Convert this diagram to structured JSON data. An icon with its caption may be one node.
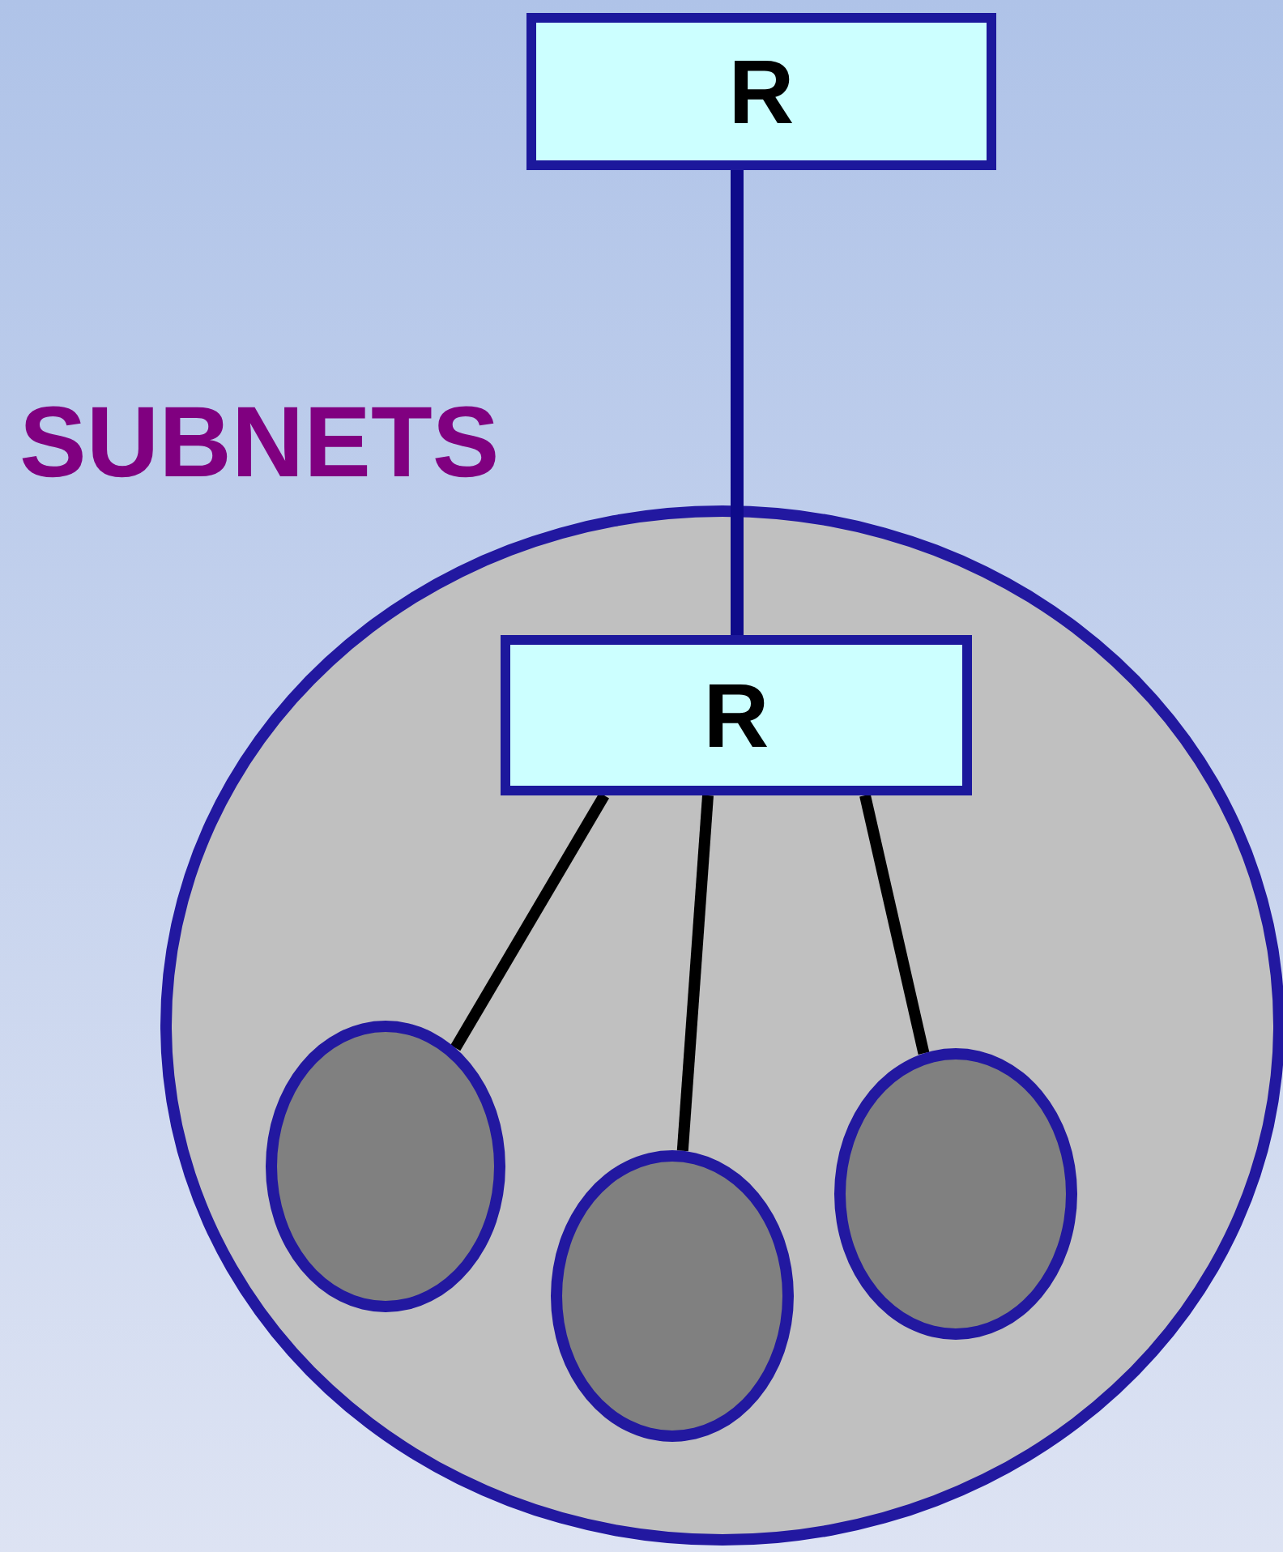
{
  "diagram": {
    "nodes": [
      {
        "text": [
          "R"
        ]
      },
      {
        "text": [],
        "shape": "circle"
      },
      {
        "text": [
          "R"
        ],
        "in": 1
      },
      {
        "text": [],
        "shape": "circle",
        "in": 1
      },
      {
        "text": [],
        "shape": "circle",
        "in": 1
      },
      {
        "text": [],
        "shape": "circle",
        "in": 1
      }
    ],
    "edges": [
      {
        "from": 0,
        "to": 2,
        "arrow": "none",
        "color": "#0e0a8a"
      },
      {
        "from": 2,
        "to": 3,
        "arrow": "none"
      },
      {
        "from": 2,
        "to": 4,
        "arrow": "none"
      },
      {
        "from": 2,
        "to": 5,
        "arrow": "none"
      }
    ],
    "labels": [
      "SUBNETS"
    ]
  }
}
